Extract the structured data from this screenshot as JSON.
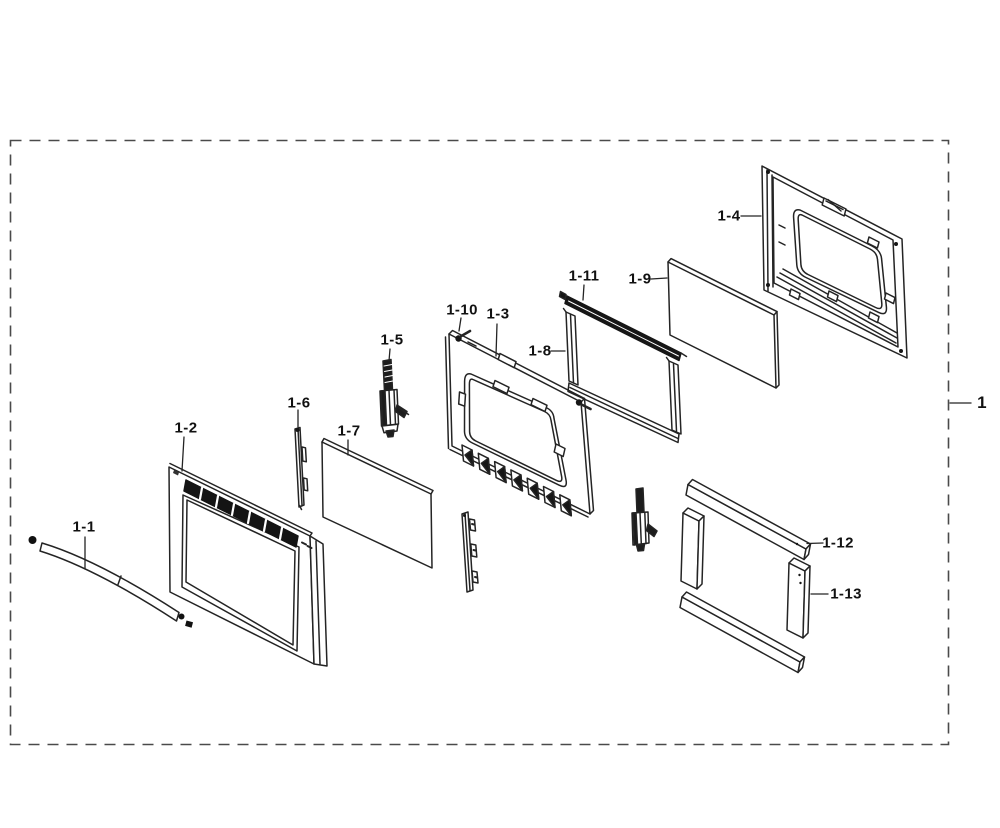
{
  "figure": {
    "kind": "exploded-parts-diagram",
    "assembly_callout": "1"
  },
  "callouts": {
    "c1": "1",
    "c1_1": "1-1",
    "c1_2": "1-2",
    "c1_3": "1-3",
    "c1_4": "1-4",
    "c1_5": "1-5",
    "c1_6": "1-6",
    "c1_7": "1-7",
    "c1_8": "1-8",
    "c1_9": "1-9",
    "c1_10": "1-10",
    "c1_11": "1-11",
    "c1_12": "1-12",
    "c1_13": "1-13"
  },
  "colors": {
    "line": "#242424",
    "dark_fill": "#161616",
    "background": "#ffffff",
    "border_dash": "#4a4a4a"
  }
}
